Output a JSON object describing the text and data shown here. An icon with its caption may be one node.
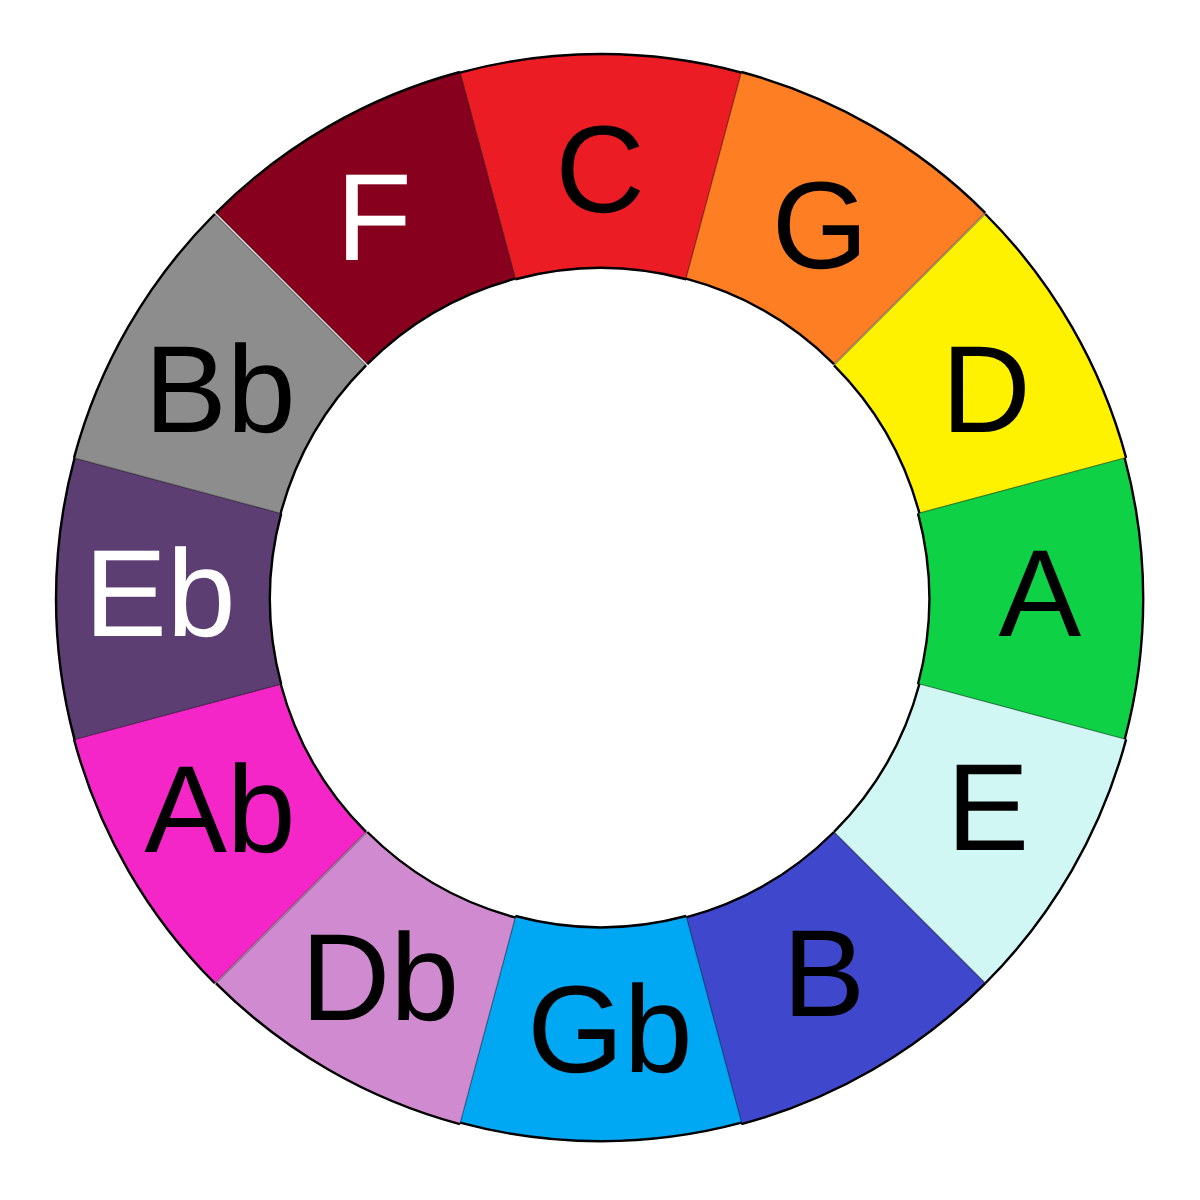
{
  "diagram": {
    "nodes": [
      {
        "text": [
          "C"
        ]
      },
      {
        "text": [
          "G"
        ]
      },
      {
        "text": [
          "D"
        ]
      },
      {
        "text": [
          "A"
        ]
      },
      {
        "text": [
          "E"
        ]
      },
      {
        "text": [
          "B"
        ]
      },
      {
        "text": [
          "Gb"
        ]
      },
      {
        "text": [
          "Db"
        ]
      },
      {
        "text": [
          "Ab"
        ]
      },
      {
        "text": [
          "Eb"
        ]
      },
      {
        "text": [
          "Bb"
        ]
      },
      {
        "text": [
          "F"
        ]
      }
    ]
  }
}
